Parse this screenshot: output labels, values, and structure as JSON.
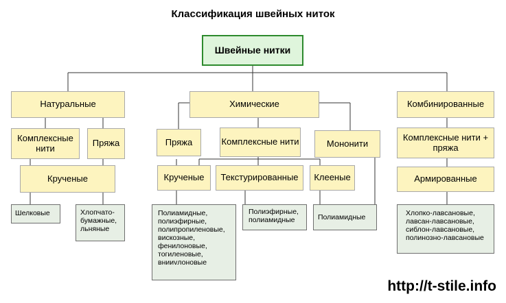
{
  "title": "Классификация швейных ниток",
  "root": "Швейные нитки",
  "natural": {
    "label": "Натуральные",
    "complex": "Комплексные нити",
    "yarn": "Пряжа",
    "twisted": "Крученые",
    "silk": "Шелковые",
    "cotton": "Хлопчато-бумажные, льняные"
  },
  "chemical": {
    "label": "Химические",
    "yarn": "Пряжа",
    "complex": "Комплексные нити",
    "mono": "Мононити",
    "twisted": "Крученые",
    "textured": "Текстурированные",
    "glued": "Клееные",
    "twisted_list": "Полиамидные, полиэфирные, полипропиленовые, вискозные, фенилоновые, тогиленовые, внииvлоновые",
    "textured_list": "Полиэфирные, полиамидные",
    "mono_list": "Полиамидные"
  },
  "combined": {
    "label": "Комбинированные",
    "complex_yarn": "Комплексные нити + пряжа",
    "armored": "Армированные",
    "list": "Хлопко-лавсановые, лавсан-лавсановые, сиблон-лавсановые, полинозно-лавсановые"
  },
  "url": "http://t-stile.info"
}
